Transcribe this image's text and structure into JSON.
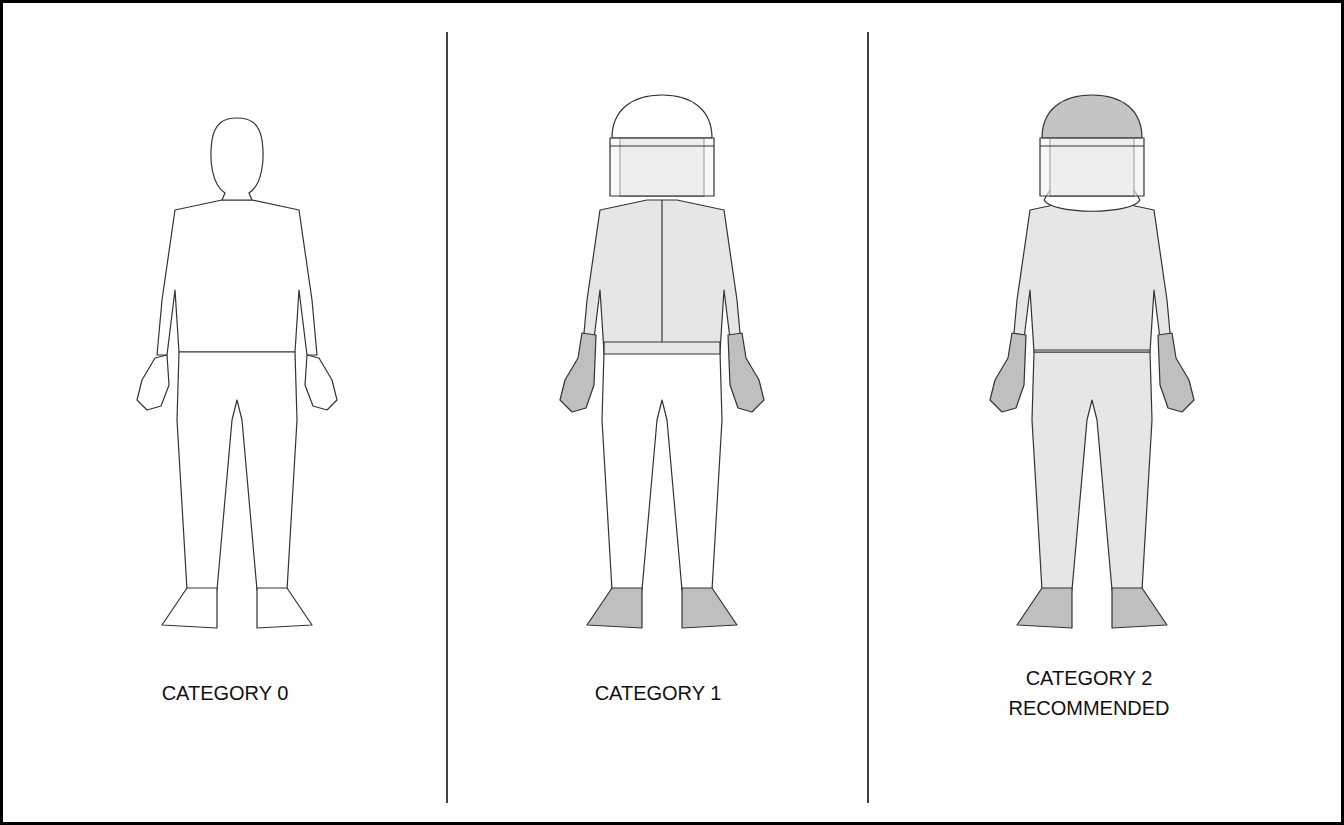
{
  "diagram": {
    "labels": [
      "CATEGORY 0",
      "CATEGORY 1",
      "CATEGORY 2 RECOMMENDED"
    ]
  }
}
